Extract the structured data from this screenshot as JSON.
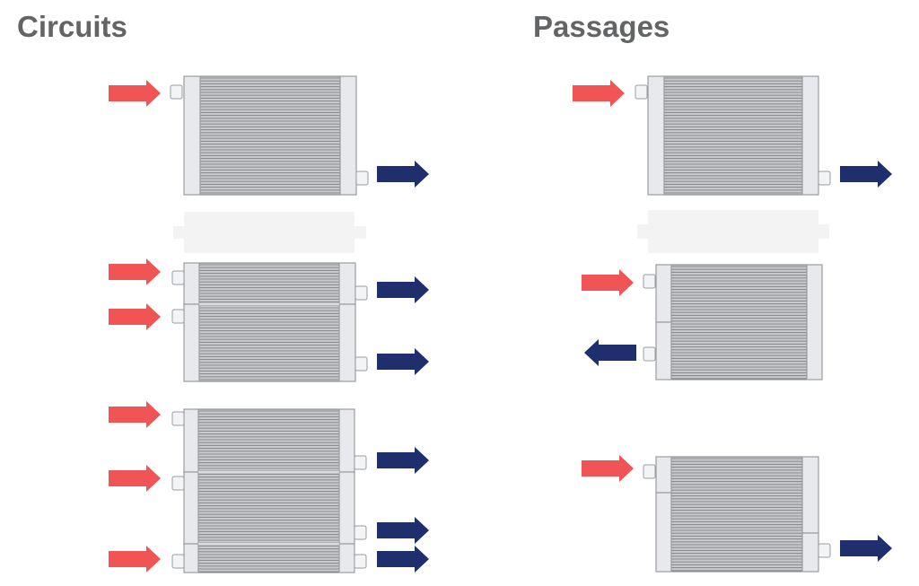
{
  "headings": {
    "left": "Circuits",
    "right": "Passages"
  },
  "colors": {
    "inlet_arrow": "#f05454",
    "outlet_arrow": "#1f2f6e",
    "fins": "#8a8c8f",
    "tank": "#e8e9ec",
    "tank_edge": "#9a9ca0",
    "placeholder": "#f3f3f3"
  },
  "icons": {
    "inlet": "arrow-right-red",
    "outlet_right": "arrow-right-navy",
    "outlet_left": "arrow-left-navy"
  },
  "circuits": [
    {
      "name": "single-circuit",
      "inlets": 1,
      "outlets": 1
    },
    {
      "name": "two-circuits",
      "inlets": 2,
      "outlets": 2
    },
    {
      "name": "three-circuits",
      "inlets": 3,
      "outlets": 3
    }
  ],
  "passages": [
    {
      "name": "single-pass",
      "inlets": 1,
      "outlets": 1,
      "outlet_side": "right"
    },
    {
      "name": "two-pass",
      "inlets": 1,
      "outlets": 1,
      "outlet_side": "left"
    },
    {
      "name": "three-pass",
      "inlets": 1,
      "outlets": 1,
      "outlet_side": "right"
    }
  ]
}
